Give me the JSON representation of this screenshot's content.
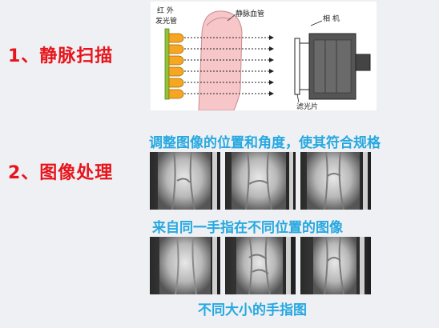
{
  "steps": [
    {
      "label": "1、静脉扫描"
    },
    {
      "label": "2、图像处理"
    }
  ],
  "diagram": {
    "label_ir_line1": "红  外",
    "label_ir_line2": "发光管",
    "label_vein": "静脉血管",
    "label_camera": "相  机",
    "label_filter": "滤光片"
  },
  "captions": {
    "adjust": "调整图像的位置和角度，使其符合规格",
    "same_finger": "来自同一手指在不同位置的图像",
    "sizes": "不同大小的手指图"
  },
  "colors": {
    "step_title": "#e8141b",
    "caption": "#26a8e0",
    "led": "#f5a623",
    "finger": "#f6c6c8"
  }
}
